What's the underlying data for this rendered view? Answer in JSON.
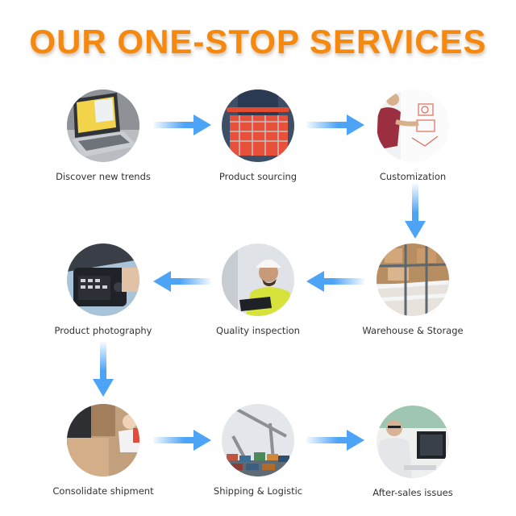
{
  "title": "OUR ONE-STOP SERVICES",
  "colors": {
    "title": "#f5890f",
    "arrow": "#4da3f5",
    "label": "#333333"
  },
  "steps": [
    {
      "label": "Discover new trends",
      "image": "laptop-photo"
    },
    {
      "label": "Product sourcing",
      "image": "shopping-cart-photo"
    },
    {
      "label": "Customization",
      "image": "whiteboard-design-photo"
    },
    {
      "label": "Warehouse & Storage",
      "image": "warehouse-shelves-photo"
    },
    {
      "label": "Quality inspection",
      "image": "inspector-hardhat-photo"
    },
    {
      "label": "Product photography",
      "image": "camera-photo"
    },
    {
      "label": "Consolidate shipment",
      "image": "boxes-worker-photo"
    },
    {
      "label": "Shipping & Logistic",
      "image": "port-cranes-photo"
    },
    {
      "label": "After-sales issues",
      "image": "support-desk-photo"
    }
  ],
  "arrows": [
    {
      "from": 1,
      "to": 2,
      "direction": "right"
    },
    {
      "from": 2,
      "to": 3,
      "direction": "right"
    },
    {
      "from": 3,
      "to": 4,
      "direction": "down"
    },
    {
      "from": 4,
      "to": 5,
      "direction": "left"
    },
    {
      "from": 5,
      "to": 6,
      "direction": "left"
    },
    {
      "from": 6,
      "to": 7,
      "direction": "down"
    },
    {
      "from": 7,
      "to": 8,
      "direction": "right"
    },
    {
      "from": 8,
      "to": 9,
      "direction": "right"
    }
  ]
}
